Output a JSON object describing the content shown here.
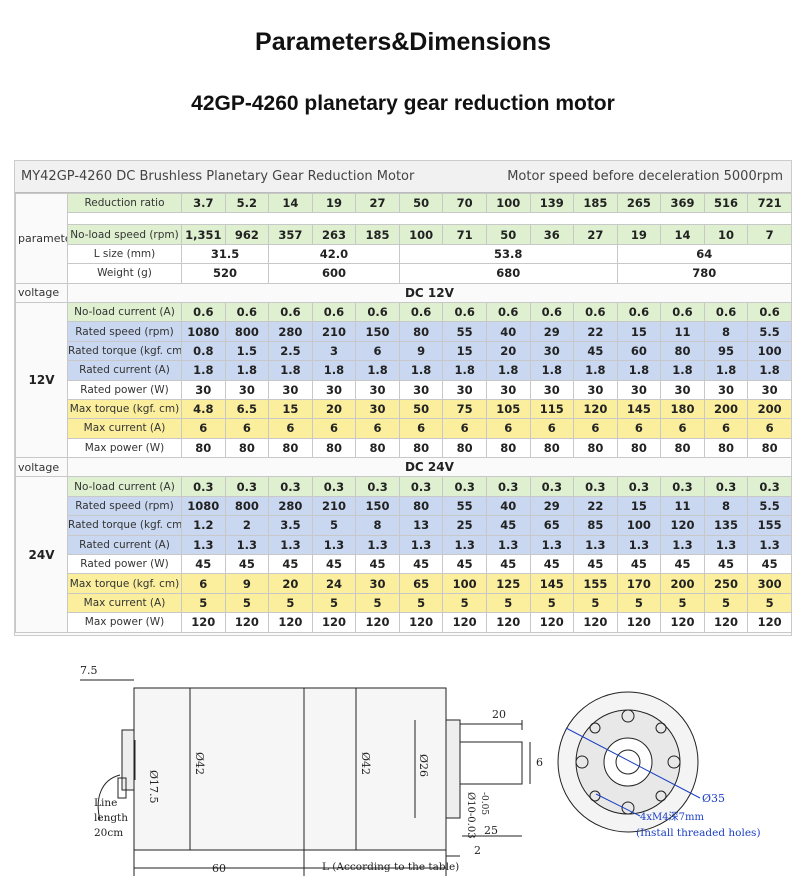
{
  "page": {
    "title": "Parameters&Dimensions",
    "subtitle": "42GP-4260 planetary gear reduction motor"
  },
  "spec": {
    "header_left": "MY42GP-4260 DC Brushless Planetary Gear Reduction Motor",
    "header_right": "Motor speed before deceleration 5000rpm",
    "parameter_label": "parameter",
    "voltage_label": "voltage",
    "reduction_label": "Reduction ratio",
    "ratios": [
      "3.7",
      "5.2",
      "14",
      "19",
      "27",
      "50",
      "70",
      "100",
      "139",
      "185",
      "265",
      "369",
      "516",
      "721"
    ],
    "noload_speed_label": "No-load speed (rpm)",
    "noload_speeds": [
      "1,351",
      "962",
      "357",
      "263",
      "185",
      "100",
      "71",
      "50",
      "36",
      "27",
      "19",
      "14",
      "10",
      "7"
    ],
    "lsize_label": "L size (mm)",
    "lsize_groups": [
      {
        "span": 2,
        "v": "31.5"
      },
      {
        "span": 3,
        "v": "42.0"
      },
      {
        "span": 5,
        "v": "53.8"
      },
      {
        "span": 4,
        "v": "64"
      }
    ],
    "weight_label": "Weight (g)",
    "weight_groups": [
      {
        "span": 2,
        "v": "520"
      },
      {
        "span": 3,
        "v": "600"
      },
      {
        "span": 5,
        "v": "680"
      },
      {
        "span": 4,
        "v": "780"
      }
    ],
    "blocks": [
      {
        "voltage": "DC 12V",
        "group": "12V",
        "rows": [
          {
            "label": "No-load current (A)",
            "c": "g",
            "values": [
              "0.6",
              "0.6",
              "0.6",
              "0.6",
              "0.6",
              "0.6",
              "0.6",
              "0.6",
              "0.6",
              "0.6",
              "0.6",
              "0.6",
              "0.6",
              "0.6"
            ]
          },
          {
            "label": "Rated speed (rpm)",
            "c": "b",
            "values": [
              "1080",
              "800",
              "280",
              "210",
              "150",
              "80",
              "55",
              "40",
              "29",
              "22",
              "15",
              "11",
              "8",
              "5.5"
            ]
          },
          {
            "label": "Rated torque (kgf. cm)",
            "c": "b",
            "values": [
              "0.8",
              "1.5",
              "2.5",
              "3",
              "6",
              "9",
              "15",
              "20",
              "30",
              "45",
              "60",
              "80",
              "95",
              "100"
            ]
          },
          {
            "label": "Rated current (A)",
            "c": "b",
            "values": [
              "1.8",
              "1.8",
              "1.8",
              "1.8",
              "1.8",
              "1.8",
              "1.8",
              "1.8",
              "1.8",
              "1.8",
              "1.8",
              "1.8",
              "1.8",
              "1.8"
            ]
          },
          {
            "label": "Rated power (W)",
            "c": "w",
            "values": [
              "30",
              "30",
              "30",
              "30",
              "30",
              "30",
              "30",
              "30",
              "30",
              "30",
              "30",
              "30",
              "30",
              "30"
            ]
          },
          {
            "label": "Max torque (kgf. cm)",
            "c": "y",
            "values": [
              "4.8",
              "6.5",
              "15",
              "20",
              "30",
              "50",
              "75",
              "105",
              "115",
              "120",
              "145",
              "180",
              "200",
              "200"
            ]
          },
          {
            "label": "Max current (A)",
            "c": "y",
            "values": [
              "6",
              "6",
              "6",
              "6",
              "6",
              "6",
              "6",
              "6",
              "6",
              "6",
              "6",
              "6",
              "6",
              "6"
            ]
          },
          {
            "label": "Max power (W)",
            "c": "w",
            "values": [
              "80",
              "80",
              "80",
              "80",
              "80",
              "80",
              "80",
              "80",
              "80",
              "80",
              "80",
              "80",
              "80",
              "80"
            ]
          }
        ]
      },
      {
        "voltage": "DC 24V",
        "group": "24V",
        "rows": [
          {
            "label": "No-load current (A)",
            "c": "g",
            "values": [
              "0.3",
              "0.3",
              "0.3",
              "0.3",
              "0.3",
              "0.3",
              "0.3",
              "0.3",
              "0.3",
              "0.3",
              "0.3",
              "0.3",
              "0.3",
              "0.3"
            ]
          },
          {
            "label": "Rated speed (rpm)",
            "c": "b",
            "values": [
              "1080",
              "800",
              "280",
              "210",
              "150",
              "80",
              "55",
              "40",
              "29",
              "22",
              "15",
              "11",
              "8",
              "5.5"
            ]
          },
          {
            "label": "Rated torque (kgf. cm)",
            "c": "b",
            "values": [
              "1.2",
              "2",
              "3.5",
              "5",
              "8",
              "13",
              "25",
              "45",
              "65",
              "85",
              "100",
              "120",
              "135",
              "155"
            ]
          },
          {
            "label": "Rated current (A)",
            "c": "b",
            "values": [
              "1.3",
              "1.3",
              "1.3",
              "1.3",
              "1.3",
              "1.3",
              "1.3",
              "1.3",
              "1.3",
              "1.3",
              "1.3",
              "1.3",
              "1.3",
              "1.3"
            ]
          },
          {
            "label": "Rated power (W)",
            "c": "w",
            "values": [
              "45",
              "45",
              "45",
              "45",
              "45",
              "45",
              "45",
              "45",
              "45",
              "45",
              "45",
              "45",
              "45",
              "45"
            ]
          },
          {
            "label": "Max torque (kgf. cm)",
            "c": "y",
            "values": [
              "6",
              "9",
              "20",
              "24",
              "30",
              "65",
              "100",
              "125",
              "145",
              "155",
              "170",
              "200",
              "250",
              "300"
            ]
          },
          {
            "label": "Max current (A)",
            "c": "y",
            "values": [
              "5",
              "5",
              "5",
              "5",
              "5",
              "5",
              "5",
              "5",
              "5",
              "5",
              "5",
              "5",
              "5",
              "5"
            ]
          },
          {
            "label": "Max power (W)",
            "c": "w",
            "values": [
              "120",
              "120",
              "120",
              "120",
              "120",
              "120",
              "120",
              "120",
              "120",
              "120",
              "120",
              "120",
              "120",
              "120"
            ]
          }
        ]
      }
    ]
  },
  "drawing": {
    "dim_7_5": "7.5",
    "dim_phi17_5": "Ø17.5",
    "dim_phi42_a": "Ø42",
    "dim_phi42_b": "Ø42",
    "dim_phi26": "Ø26",
    "dim_20": "20",
    "dim_6": "6",
    "dim_phi10": "Ø10-0.03",
    "dim_phi10_tol": "-0.05",
    "dim_25": "25",
    "dim_2": "2",
    "dim_60": "60",
    "dim_L": "L (According to the table)",
    "line_length_1": "Line",
    "line_length_2": "length",
    "line_length_3": "20cm",
    "dim_phi35": "Ø35",
    "holes": "4xM4深7mm",
    "holes_note": "(Install threaded holes)"
  }
}
